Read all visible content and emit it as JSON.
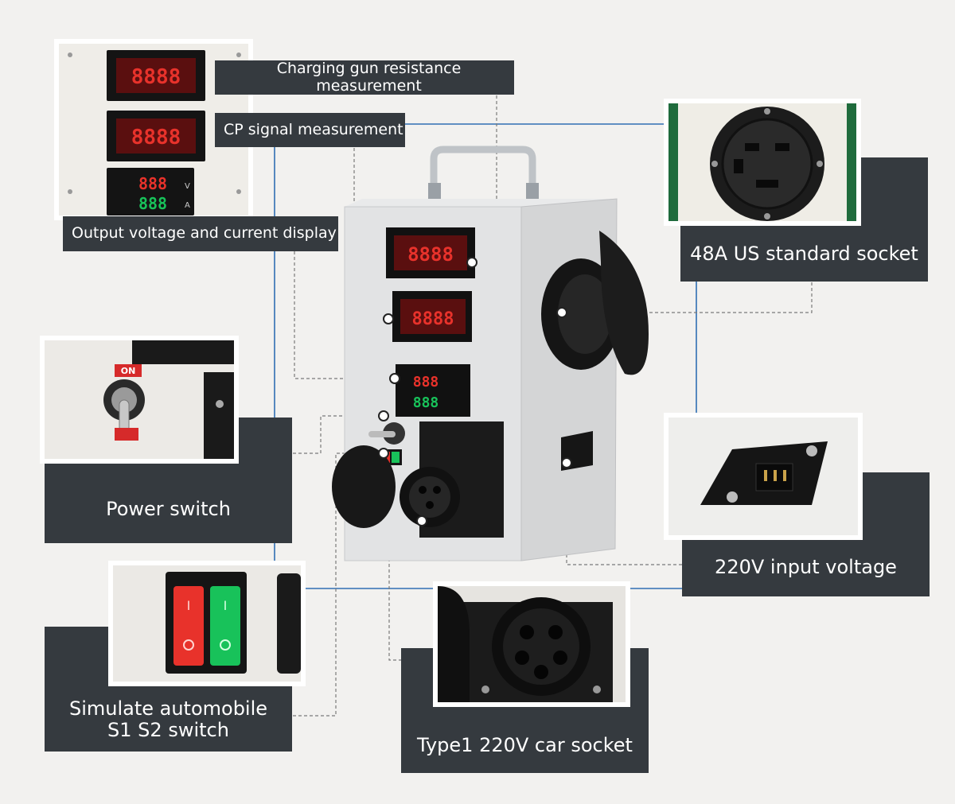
{
  "labels": {
    "gun_resistance": "Charging gun resistance measurement",
    "cp_signal": "CP signal measurement",
    "output_display": "Output voltage and current display",
    "us_socket": "48A US standard socket",
    "power_switch": "Power switch",
    "input_voltage": "220V input voltage",
    "s1s2_line1": "Simulate automobile",
    "s1s2_line2": "S1 S2 switch",
    "type1_socket": "Type1 220V car socket"
  },
  "displays": {
    "red_digits": "8888",
    "volt_digits": "888",
    "amp_digits": "888",
    "volt_unit": "V",
    "amp_unit": "A",
    "switch_on": "ON",
    "rocker_mark": "I"
  },
  "colors": {
    "label_bg": "#353a3f",
    "line_blue": "#2f6fb3",
    "led_red": "#e8322b",
    "led_green": "#18c25a"
  }
}
